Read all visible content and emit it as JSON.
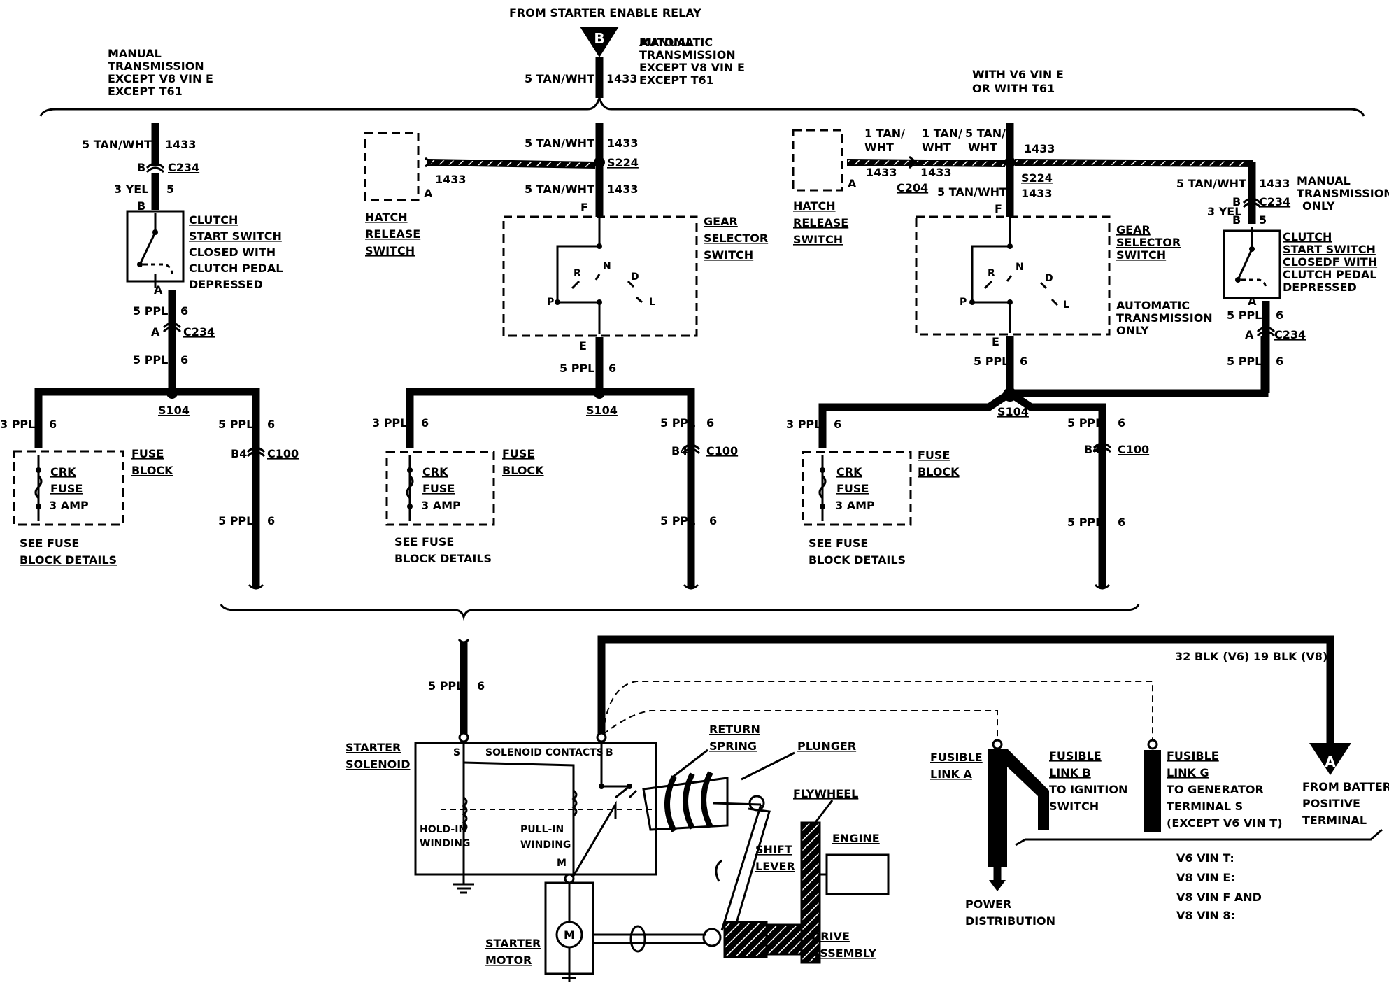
{
  "top_connector": {
    "from_label": "FROM STARTER ENABLE RELAY",
    "letter": "B",
    "wire": "5 TAN/WHT",
    "circuit": "1433",
    "variant": "AUTOMATIC TRANSMISSION EXCEPT V8 VIN E EXCEPT T61"
  },
  "bottom_connector": {
    "letter": "A",
    "label": "FROM BATTERY POSITIVE TERMINAL",
    "wire": "32 BLK (V6)  19 BLK (V8)"
  },
  "common": {
    "c234": "C234",
    "c100": "C100",
    "s104": "S104",
    "s224": "S224",
    "c204": "C204",
    "b4": "B4",
    "circuit_1433": "1433",
    "circuit_6": "6",
    "circuit_5": "5",
    "w_5tanwht": "5 TAN/WHT",
    "w_1tan": "1 TAN/",
    "w_wht": "WHT",
    "w_5tan": "5 TAN/",
    "w_3yel": "3 YEL",
    "w_5ppl": "5 PPL",
    "w_3ppl": "3 PPL",
    "pin_a": "A",
    "pin_b": "B",
    "pin_e": "E",
    "pin_f": "F",
    "gear_r": "R",
    "gear_n": "N",
    "gear_d": "D",
    "gear_p": "P",
    "gear_l": "L",
    "fuse_crk": "CRK",
    "fuse_fuse": "FUSE",
    "fuse_amp": "3 AMP",
    "fuse_block_1": "FUSE",
    "fuse_block_2": "BLOCK",
    "see_fuse_1": "SEE FUSE",
    "see_fuse_2": "BLOCK DETAILS",
    "hatch_1": "HATCH",
    "hatch_2": "RELEASE",
    "hatch_3": "SWITCH",
    "gear_sel_1": "GEAR",
    "gear_sel_2": "SELECTOR",
    "gear_sel_3": "SWITCH"
  },
  "left_section": {
    "title": [
      "MANUAL",
      "TRANSMISSION",
      "EXCEPT V8 VIN E",
      "EXCEPT T61"
    ],
    "switch_lines": [
      "CLUTCH",
      "START SWITCH",
      "CLOSED WITH",
      "CLUTCH PEDAL",
      "DEPRESSED"
    ]
  },
  "right_section": {
    "title": [
      "WITH V6 VIN E",
      "OR WITH T61"
    ],
    "manual_note": [
      "MANUAL",
      "TRANSMISSION",
      "ONLY"
    ],
    "auto_note": [
      "AUTOMATIC",
      "TRANSMISSION",
      "ONLY"
    ],
    "switch_lines": [
      "CLUTCH",
      "START SWITCH",
      "CLOSEDF WITH",
      "CLUTCH PEDAL",
      "DEPRESSED"
    ]
  },
  "starter": {
    "solenoid_1": "STARTER",
    "solenoid_2": "SOLENOID",
    "contacts": "SOLENOID CONTACTS",
    "term_s": "S",
    "term_b": "B",
    "term_m": "M",
    "hold_1": "HOLD-IN",
    "hold_2": "WINDING",
    "pull_1": "PULL-IN",
    "pull_2": "WINDING",
    "return_1": "RETURN",
    "return_2": "SPRING",
    "plunger": "PLUNGER",
    "flywheel": "FLYWHEEL",
    "shift_1": "SHIFT",
    "shift_2": "LEVER",
    "engine": "ENGINE",
    "motor_1": "STARTER",
    "motor_2": "MOTOR",
    "motor_symbol": "M",
    "drive_1": "DRIVE",
    "drive_2": "ASSEMBLY"
  },
  "fusible": {
    "link_a": [
      "FUSIBLE",
      "LINK A"
    ],
    "link_b": [
      "FUSIBLE",
      "LINK B",
      "TO IGNITION",
      "SWITCH"
    ],
    "link_g": [
      "FUSIBLE",
      "LINK G",
      "TO GENERATOR",
      "TERMINAL S",
      "(EXCEPT V6 VIN T)"
    ],
    "power": [
      "POWER",
      "DISTRIBUTION"
    ],
    "vin_notes": [
      "V6 VIN T:",
      "V8 VIN E:",
      "V8 VIN F AND",
      "V8 VIN 8:"
    ]
  }
}
